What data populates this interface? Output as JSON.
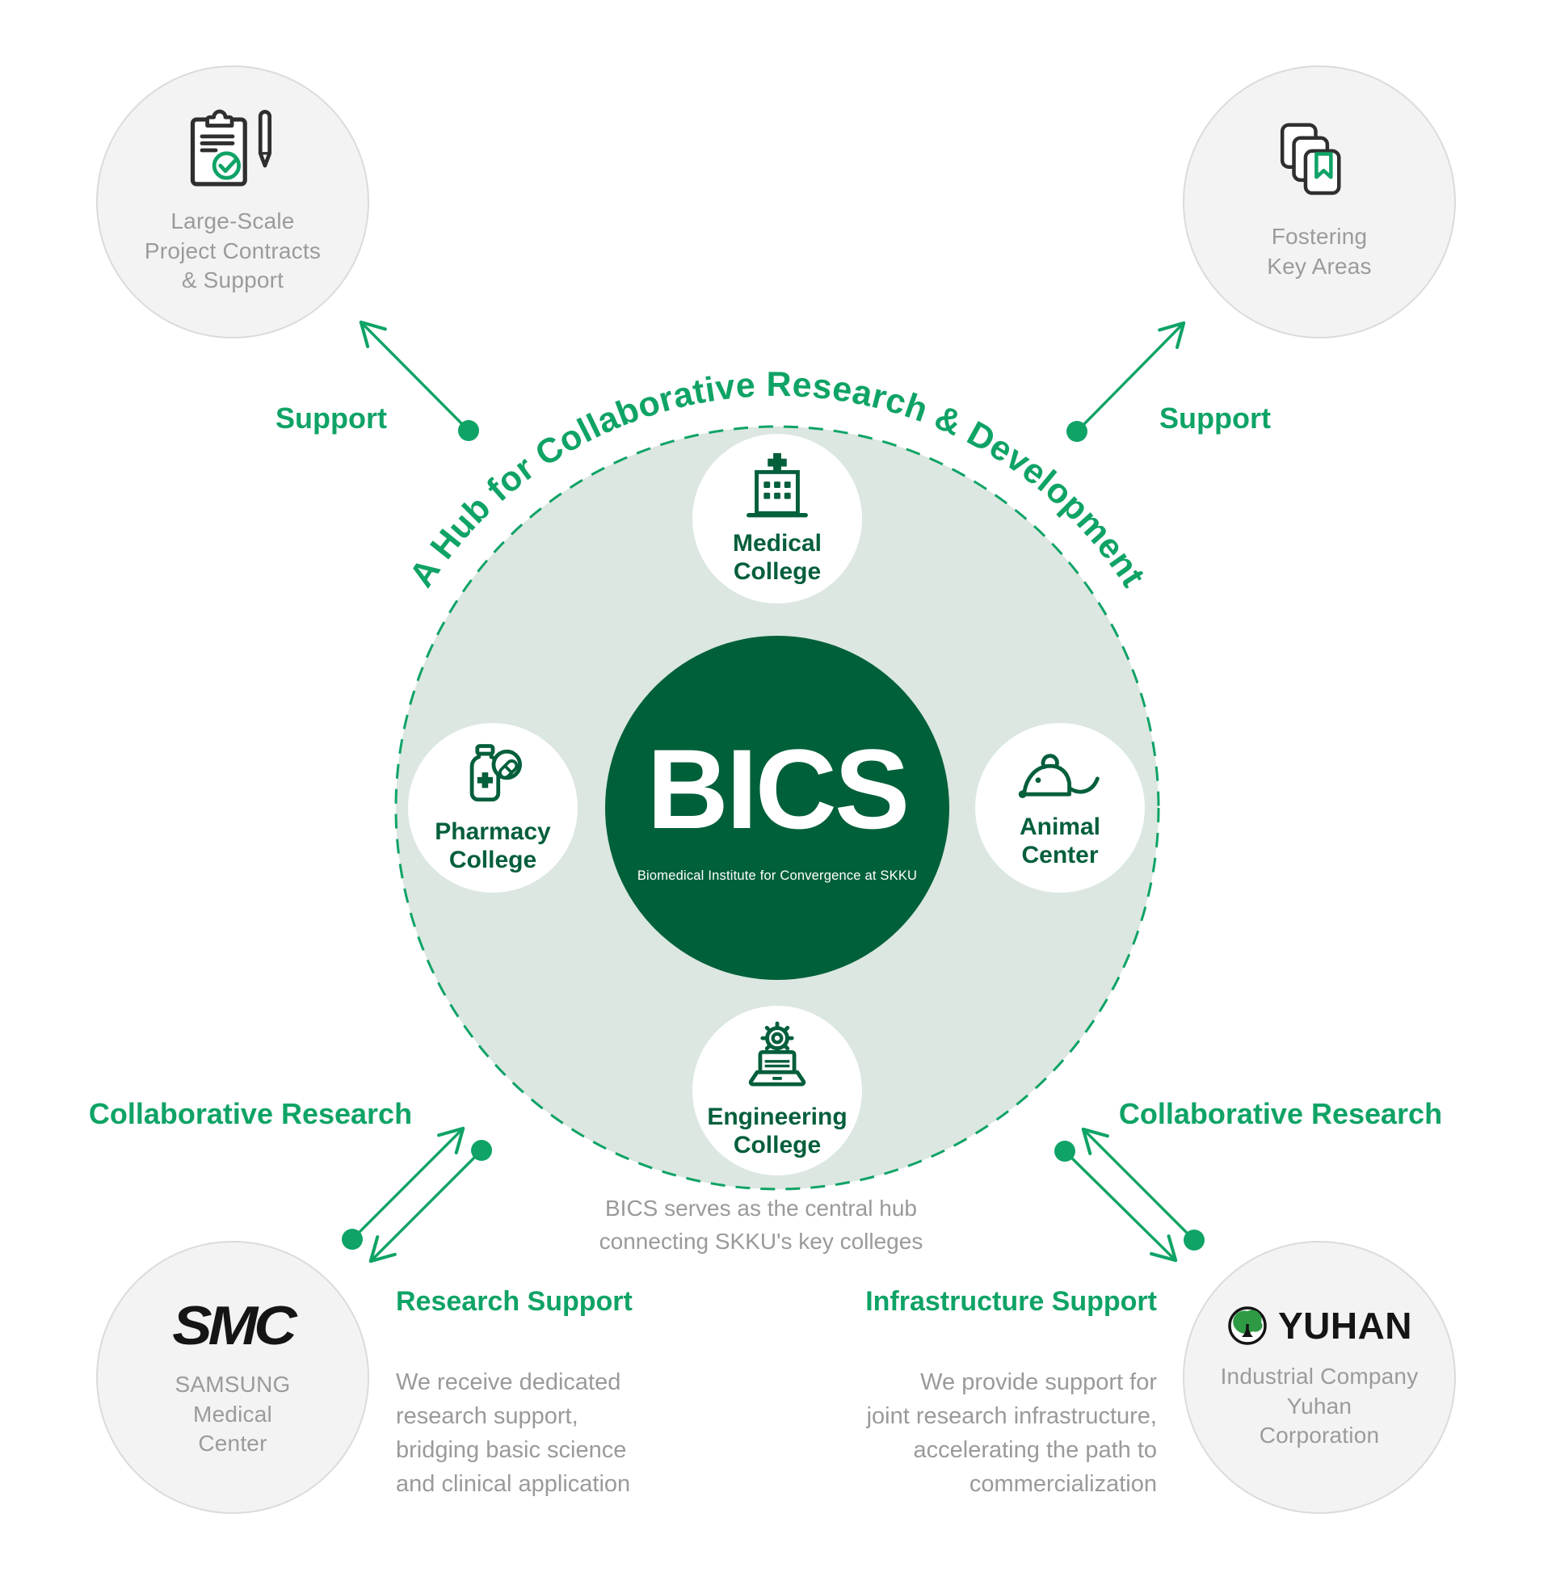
{
  "banner": {
    "curved_text": "A Hub for Collaborative Research & Development"
  },
  "center": {
    "title": "BICS",
    "subtitle": "Biomedical Institute for Convergence at SKKU"
  },
  "colleges": {
    "medical": {
      "label": "Medical\nCollege"
    },
    "pharmacy": {
      "label": "Pharmacy\nCollege"
    },
    "animal": {
      "label": "Animal\nCenter"
    },
    "engineering": {
      "label": "Engineering\nCollege"
    }
  },
  "caption": "BICS serves as the central hub\nconnecting SKKU's key colleges",
  "partners": {
    "large_scale": {
      "label": "Large-Scale\nProject Contracts\n& Support"
    },
    "fostering": {
      "label": "Fostering\nKey Areas"
    },
    "smc": {
      "logo_text": "SMC",
      "label": "SAMSUNG\nMedical\nCenter"
    },
    "yuhan": {
      "logo_text": "YUHAN",
      "label": "Industrial Company\nYuhan\nCorporation"
    }
  },
  "relations": {
    "support_left": "Support",
    "support_right": "Support",
    "collaborative_left": "Collaborative Research",
    "collaborative_right": "Collaborative Research",
    "research_support_title": "Research Support",
    "research_support_body": "We receive dedicated\nresearch support,\nbridging basic science\nand clinical application",
    "infrastructure_support_title": "Infrastructure Support",
    "infrastructure_support_body": "We provide support for\njoint research infrastructure,\naccelerating the path to\ncommercialization"
  },
  "colors": {
    "accent_green": "#0FA366",
    "dark_green": "#00603A",
    "light_green": "#DBE7E0",
    "gray_text": "#9B9B9B",
    "icon_dark": "#2F2F2F",
    "logo_black": "#151515",
    "tree_green": "#2E9B44"
  }
}
